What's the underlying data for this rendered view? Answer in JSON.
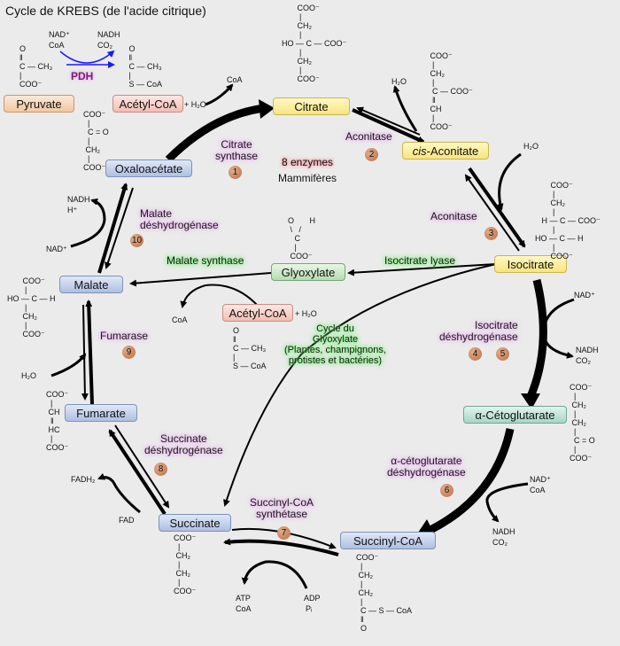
{
  "title": "Cycle de KREBS (de l'acide citrique)",
  "nodes": {
    "pyruvate": "Pyruvate",
    "acetyl_coa": "Acétyl-CoA",
    "citrate": "Citrate",
    "cis_aconitate_prefix": "cis",
    "cis_aconitate_suffix": "-Aconitate",
    "isocitrate": "Isocitrate",
    "alpha_ketoglutarate": "α-Cétoglutarate",
    "succinyl_coa": "Succinyl-CoA",
    "succinate": "Succinate",
    "fumarate": "Fumarate",
    "malate": "Malate",
    "oxaloacetate": "Oxaloacétate",
    "glyoxylate": "Glyoxylate",
    "acetyl_coa_2": "Acétyl-CoA"
  },
  "enzymes": {
    "pdh": "PDH",
    "citrate_synthase": [
      "Citrate",
      "synthase"
    ],
    "aconitase_1": "Aconitase",
    "aconitase_2": "Aconitase",
    "isocitrate_dh": [
      "Isocitrate",
      "déshydrogénase"
    ],
    "akg_dh": [
      "α-cétoglutarate",
      "déshydrogénase"
    ],
    "succinyl_coa_synthetase": [
      "Succinyl-CoA",
      "synthétase"
    ],
    "succinate_dh": [
      "Succinate",
      "déshydrogénase"
    ],
    "fumarase": "Fumarase",
    "malate_dh": [
      "Malate",
      "déshydrogénase"
    ]
  },
  "glyoxylate_labels": {
    "malate_synthase": "Malate synthase",
    "isocitrate_lyase": "Isocitrate lyase",
    "cycle_title": [
      "Cycle du",
      "Glyoxylate"
    ],
    "cycle_note": [
      "(Plantes, champignons,",
      "protistes et bactéries)"
    ]
  },
  "center": {
    "enzymes_count": "8 enzymes",
    "mammals": "Mammifères"
  },
  "step_numbers": [
    "1",
    "2",
    "3",
    "4",
    "5",
    "6",
    "7",
    "8",
    "9",
    "10"
  ],
  "cofactors": {
    "nad_plus": "NAD⁺",
    "coa": "CoA",
    "nadh": "NADH",
    "co2": "CO₂",
    "h2o": "H₂O",
    "plus_h2o": "+ H₂O",
    "h_plus": "H⁺",
    "fadh2": "FADH₂",
    "fad": "FAD",
    "atp": "ATP",
    "adp": "ADP",
    "pi": "Pᵢ"
  },
  "colors": {
    "background": "#ebebeb",
    "arrow": "#000000",
    "enzyme_glow": "#e8b4ee",
    "glyoxylate_glow": "#79f279",
    "number_badge": "#c8825a"
  }
}
